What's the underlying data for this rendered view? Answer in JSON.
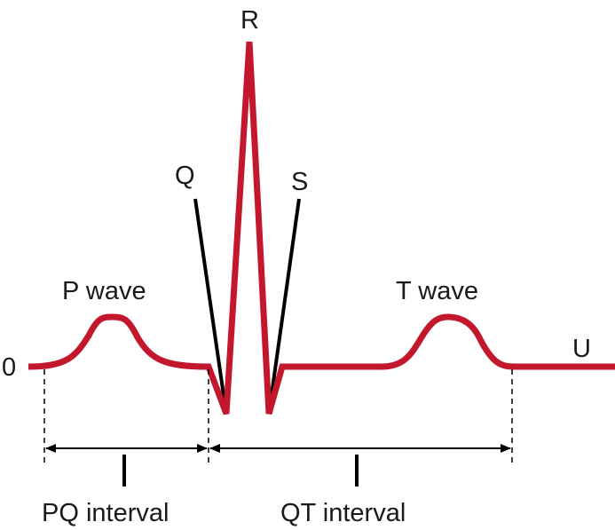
{
  "labels": {
    "zero": "0",
    "p_wave": "P wave",
    "q": "Q",
    "r": "R",
    "s": "S",
    "t_wave": "T wave",
    "u": "U",
    "pq_interval": "PQ interval",
    "qt_interval": "QT interval"
  },
  "colors": {
    "trace": "#c3172d",
    "leader": "#000000",
    "text": "#1a1a1a"
  }
}
